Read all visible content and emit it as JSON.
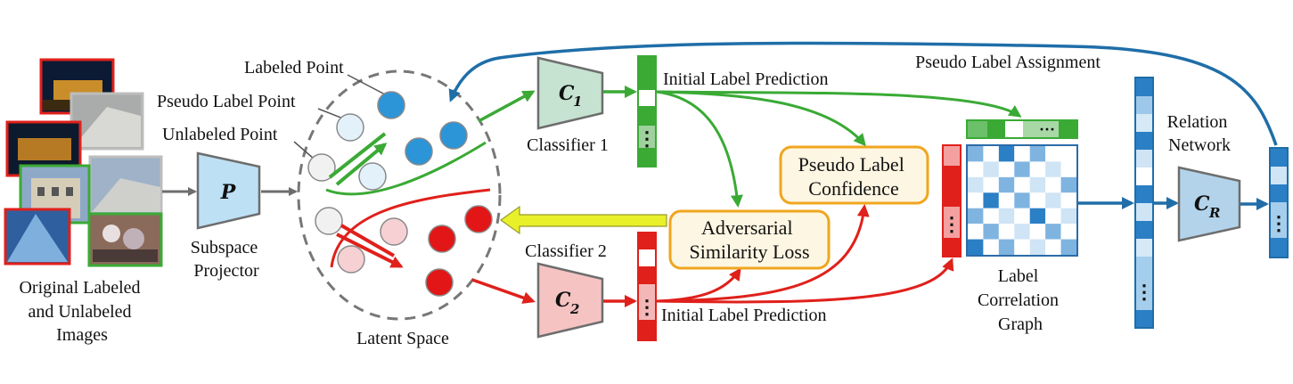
{
  "labels": {
    "input_images": "Original Labeled\nand Unlabeled\nImages",
    "projector_symbol": "P",
    "projector_label": "Subspace\nProjector",
    "labeled_point": "Labeled Point",
    "pseudo_label_point": "Pseudo Label Point",
    "unlabeled_point": "Unlabeled Point",
    "latent_space": "Latent Space",
    "classifier1_symbol": "C",
    "classifier1_sub": "1",
    "classifier1_label": "Classifier 1",
    "classifier2_symbol": "C",
    "classifier2_sub": "2",
    "classifier2_label": "Classifier 2",
    "initial_pred_top": "Initial Label Prediction",
    "initial_pred_bottom": "Initial Label Prediction",
    "adversarial_loss": "Adversarial\nSimilarity Loss",
    "pseudo_confidence": "Pseudo Label\nConfidence",
    "label_graph": "Label\nCorrelation\nGraph",
    "relation_network": "Relation\nNetwork",
    "relation_symbol": "C",
    "relation_sub": "R",
    "pseudo_assignment": "Pseudo Label Assignment",
    "ellipsis": "···",
    "vdots": "⋮"
  },
  "colors": {
    "green": "#3aaa35",
    "red": "#e0201b",
    "blue": "#1f6ea8",
    "light_blue_box": "#bde0f5",
    "light_green_box": "#c6e3d1",
    "light_red_box": "#f6c3c3",
    "relation_box": "#b3d3ea",
    "orange_border": "#f0a61e",
    "cream": "#fdf6e2",
    "yellow_arrow": "#e8f02a",
    "gray": "#6d6d6d"
  }
}
